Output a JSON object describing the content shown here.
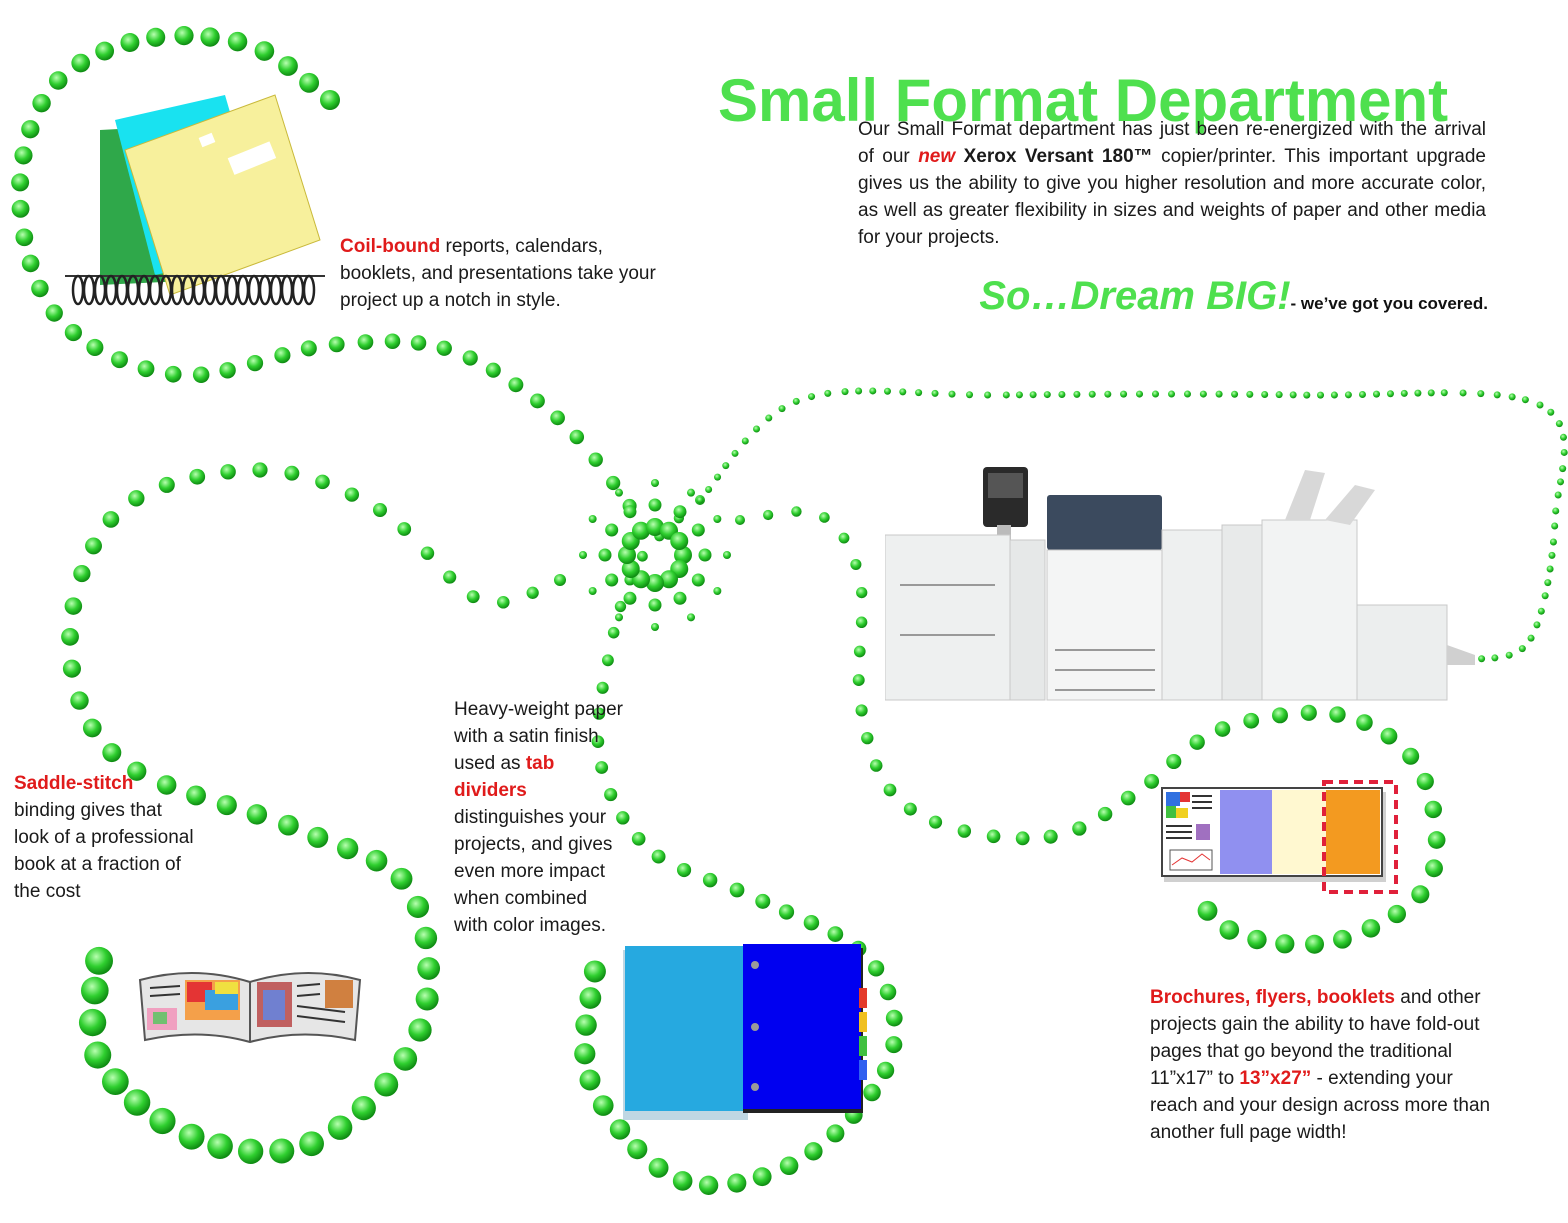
{
  "header": {
    "title": "Small Format Department"
  },
  "intro": {
    "part1": "Our Small Format department has just been re-energized with the arrival of our ",
    "new_word": "new",
    "product": "Xerox Versant 180™",
    "part2": " copier/printer. This important upgrade gives us the ability to give you higher resolution and more accurate color, as well as greater flexibility in sizes and weights of paper and other media for your projects."
  },
  "tagline": {
    "big": "So…Dream BIG!",
    "small": "- we’ve got you covered."
  },
  "coil": {
    "highlight": "Coil-bound",
    "rest": " reports, calendars, booklets, and presentations take your project up a notch in style."
  },
  "saddle": {
    "highlight": "Saddle-stitch",
    "rest": " binding gives that look of a professional book at a fraction of the cost"
  },
  "tabs": {
    "before": "Heavy-weight paper with a satin finish used as ",
    "highlight": "tab dividers",
    "after": " distinguishes your projects, and gives even more impact when combined with color images."
  },
  "brochure": {
    "highlight": "Brochures, flyers, booklets",
    "part1": " and other projects gain the ability to have fold-out pages that go beyond the traditional 11”x17” to ",
    "size_highlight": "13”x27”",
    "part2": " - extending your reach and your design across more than another full page width!"
  },
  "colors": {
    "accent_green": "#4ee04e",
    "dot_green": "#22c322",
    "highlight_red": "#e01b1b"
  }
}
